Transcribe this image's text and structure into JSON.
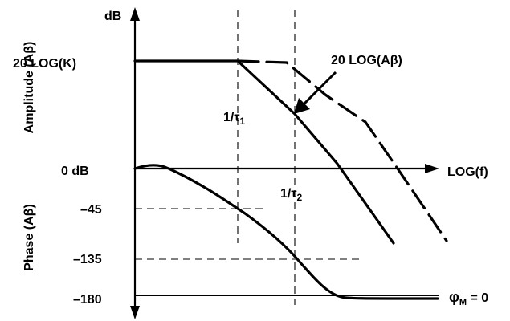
{
  "labels": {
    "y_unit": "dB",
    "amplitude_axis": "Amplitude (Aβ)",
    "phase_axis": "Phase (Aβ)",
    "dc_gain": "20 LOG(K)",
    "zero_db": "0 dB",
    "x_axis": "LOG(f)",
    "loop_gain_curve": "20 LOG(Aβ)",
    "pole1": "1/τ",
    "pole1_sub": "1",
    "pole2": "1/τ",
    "pole2_sub": "2",
    "phase_45": "–45",
    "phase_135": "–135",
    "phase_180": "–180",
    "phase_margin": "φ",
    "phase_margin_sub": "M",
    "phase_margin_value": " = 0"
  }
}
